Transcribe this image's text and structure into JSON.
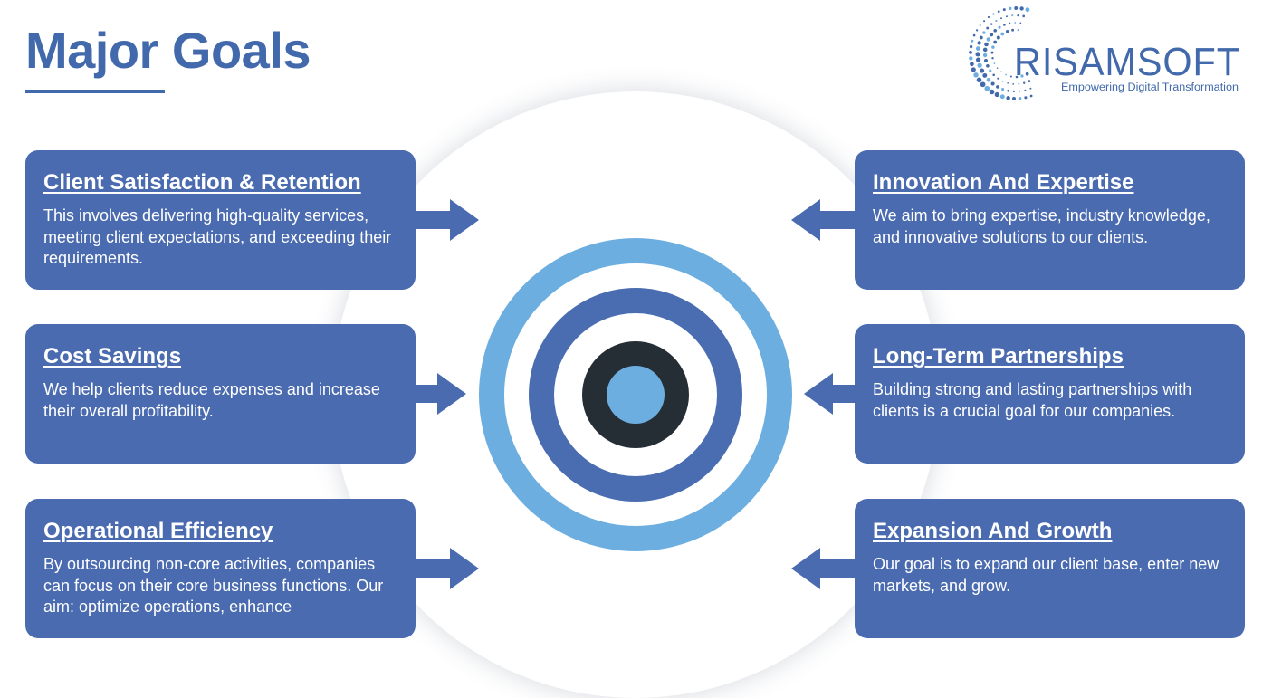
{
  "page": {
    "title": "Major Goals"
  },
  "logo": {
    "name": "RISAMSOFT",
    "tagline": "Empowering Digital Transformation"
  },
  "goals": {
    "left": [
      {
        "title": "Client Satisfaction & Retention",
        "description": "This involves delivering high-quality services, meeting client expectations, and exceeding their requirements."
      },
      {
        "title": "Cost Savings",
        "description": "We help clients reduce expenses and increase their overall profitability."
      },
      {
        "title": "Operational Efficiency",
        "description": "By outsourcing non-core activities, companies can focus on their core business functions. Our aim: optimize operations, enhance"
      }
    ],
    "right": [
      {
        "title": "Innovation And Expertise",
        "description": "We aim to bring expertise, industry knowledge, and innovative solutions to our clients."
      },
      {
        "title": "Long-Term Partnerships",
        "description": "Building strong and lasting partnerships with clients is a crucial goal for our companies."
      },
      {
        "title": "Expansion And Growth",
        "description": "Our goal is to expand our client base, enter new markets, and grow."
      }
    ]
  },
  "colors": {
    "primary": "#4169ab",
    "card": "#4a6baf",
    "light_blue": "#6caee0",
    "dark": "#252d35"
  },
  "icons": {
    "arrow_right": "arrow-right-icon",
    "arrow_left": "arrow-left-icon",
    "target": "target-icon"
  }
}
